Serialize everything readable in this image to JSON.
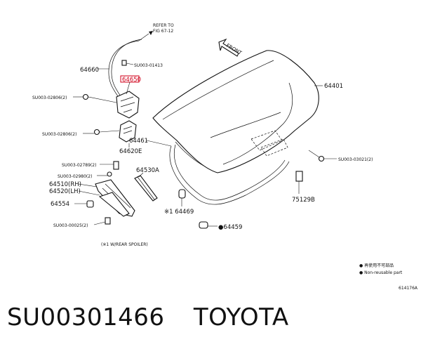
{
  "diagram": {
    "refer_to_line1": "REFER TO",
    "refer_to_line2": "FIG 67-12",
    "front_label": "FRONT",
    "labels": {
      "p64660": "64660",
      "su01413": "SU003-01413",
      "p64650": "64650",
      "su02806a": "SU003-02806(2)",
      "su02806b": "SU003-02806(2)",
      "p64620e": "64620E",
      "p64401": "64401",
      "su02789": "SU003-02789(2)",
      "su02980": "SU003-02980(2)",
      "p64510": "64510(RH)",
      "p64520": "64520(LH)",
      "p64530a": "64530A",
      "p64554": "64554",
      "su00025": "SU003-00025(2)",
      "p64461": "64461",
      "p64469": "※1 64469",
      "p64459": "●64459",
      "p75129b": "75129B",
      "su03021": "SU003-03021(2)",
      "wrear_note": "(※1 W/REAR SPOILER)"
    },
    "legend": {
      "line1": "● 再使用不可部品",
      "line2": "● Non-reusable part"
    },
    "fig_code": "614176A",
    "highlight_color": "#d0021b"
  },
  "footer": {
    "part_number": "SU00301466",
    "brand": "TOYOTA"
  }
}
